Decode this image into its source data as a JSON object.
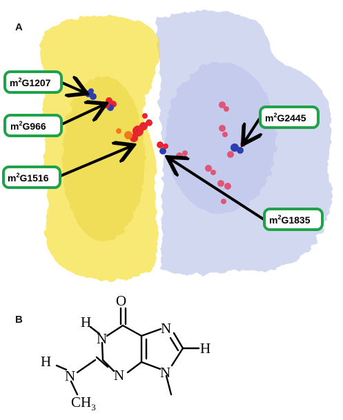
{
  "panels": {
    "a_label": "A",
    "b_label": "B"
  },
  "colors": {
    "small_subunit": "#f2dc1e",
    "large_subunit": "#aeb8e6",
    "callout_border": "#1fa24a",
    "modified_red": "#e8242f",
    "modified_blue": "#2b3fb0",
    "modified_pink": "#e05577"
  },
  "callouts": [
    {
      "base": "m",
      "sup": "2",
      "rest": "G1207"
    },
    {
      "base": "m",
      "sup": "2",
      "rest": "G966"
    },
    {
      "base": "m",
      "sup": "2",
      "rest": "G1516"
    },
    {
      "base": "m",
      "sup": "2",
      "rest": "G2445"
    },
    {
      "base": "m",
      "sup": "2",
      "rest": "G1835"
    }
  ],
  "structure": {
    "oxygen": "O",
    "n1": "N",
    "h1": "H",
    "n3": "N",
    "n7": "N",
    "n9": "N",
    "h8": "H",
    "n_amino": "N",
    "h_amino": "H",
    "methyl_base": "CH",
    "methyl_sub": "3"
  }
}
